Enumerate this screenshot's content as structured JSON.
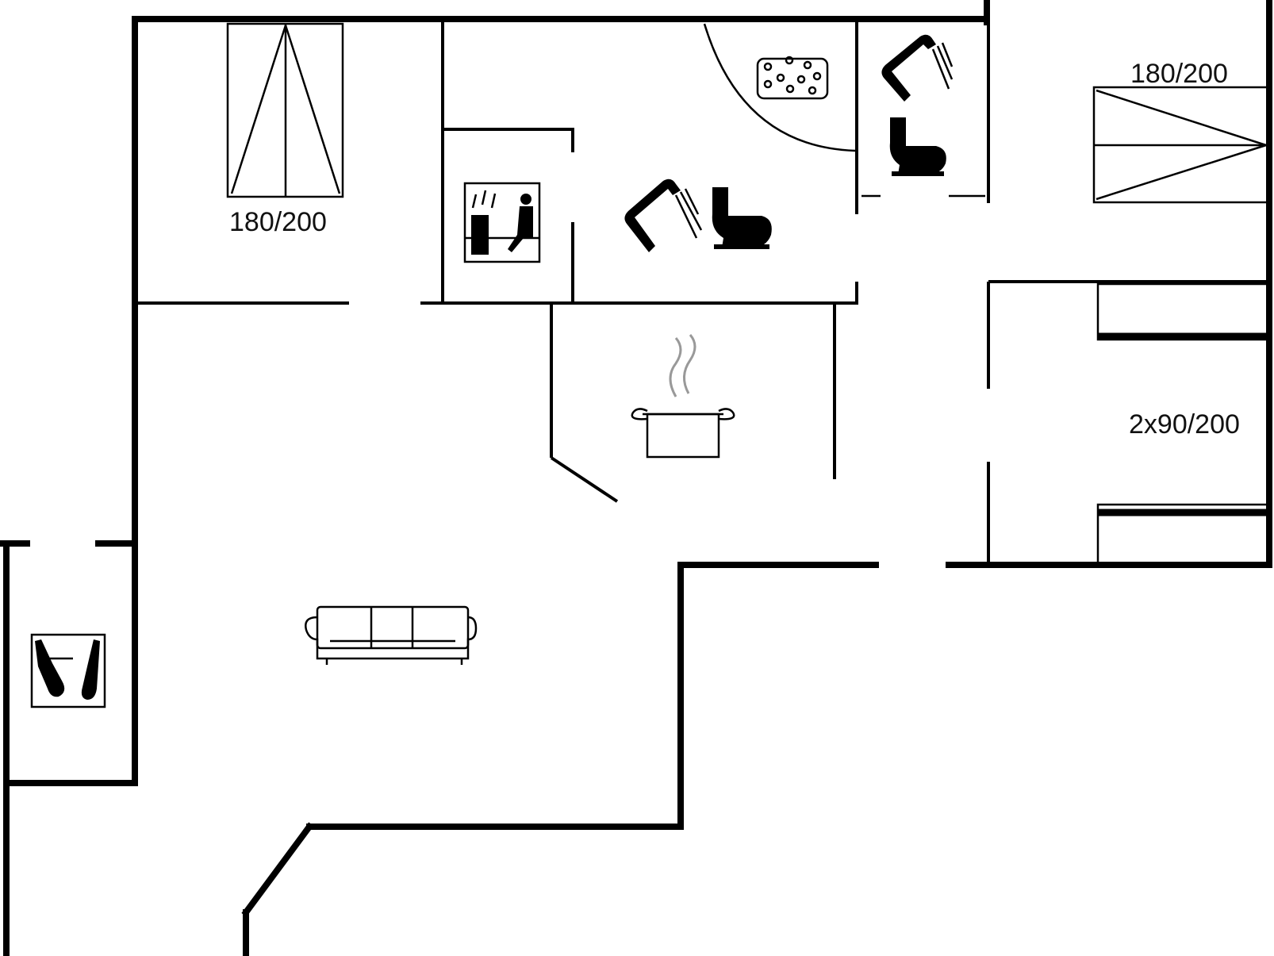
{
  "bed_labels": {
    "bedroom_1": "180/200",
    "bedroom_2": "180/200",
    "bedroom_3": "2x90/200"
  },
  "icons": [
    "bed-icon",
    "shower-icon",
    "toilet-icon",
    "whirlpool-icon",
    "sauna-icon",
    "cooking-pot-icon",
    "sofa-icon",
    "outdoor-shower-icon"
  ],
  "colors": {
    "walls": "#000000",
    "steam": "#999999",
    "background": "#ffffff"
  }
}
